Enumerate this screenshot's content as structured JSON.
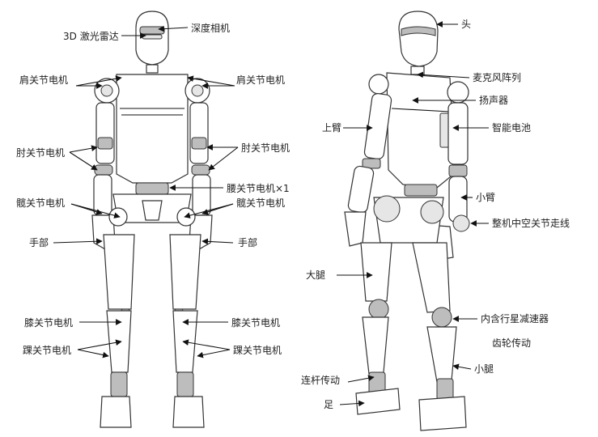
{
  "front_view": {
    "labels": {
      "depth_camera": "深度相机",
      "lidar_3d": "3D 激光雷达",
      "shoulder_left": "肩关节电机",
      "shoulder_right": "肩关节电机",
      "elbow_left": "肘关节电机",
      "elbow_right": "肘关节电机",
      "waist": "腰关节电机×1",
      "hip_left": "髋关节电机",
      "hip_right": "髋关节电机",
      "hand_left": "手部",
      "hand_right": "手部",
      "knee_left": "膝关节电机",
      "knee_right": "膝关节电机",
      "ankle_left": "踝关节电机",
      "ankle_right": "踝关节电机"
    }
  },
  "side_view": {
    "labels": {
      "head": "头",
      "mic_array": "麦克风阵列",
      "speaker": "扬声器",
      "upper_arm": "上臂",
      "smart_battery": "智能电池",
      "forearm": "小臂",
      "hollow_joint": "整机中空关节走线",
      "thigh": "大腿",
      "planetary_reducer": "内含行星减速器",
      "gear_drive": "齿轮传动",
      "calf": "小腿",
      "linkage": "连杆传动",
      "foot": "足"
    }
  }
}
